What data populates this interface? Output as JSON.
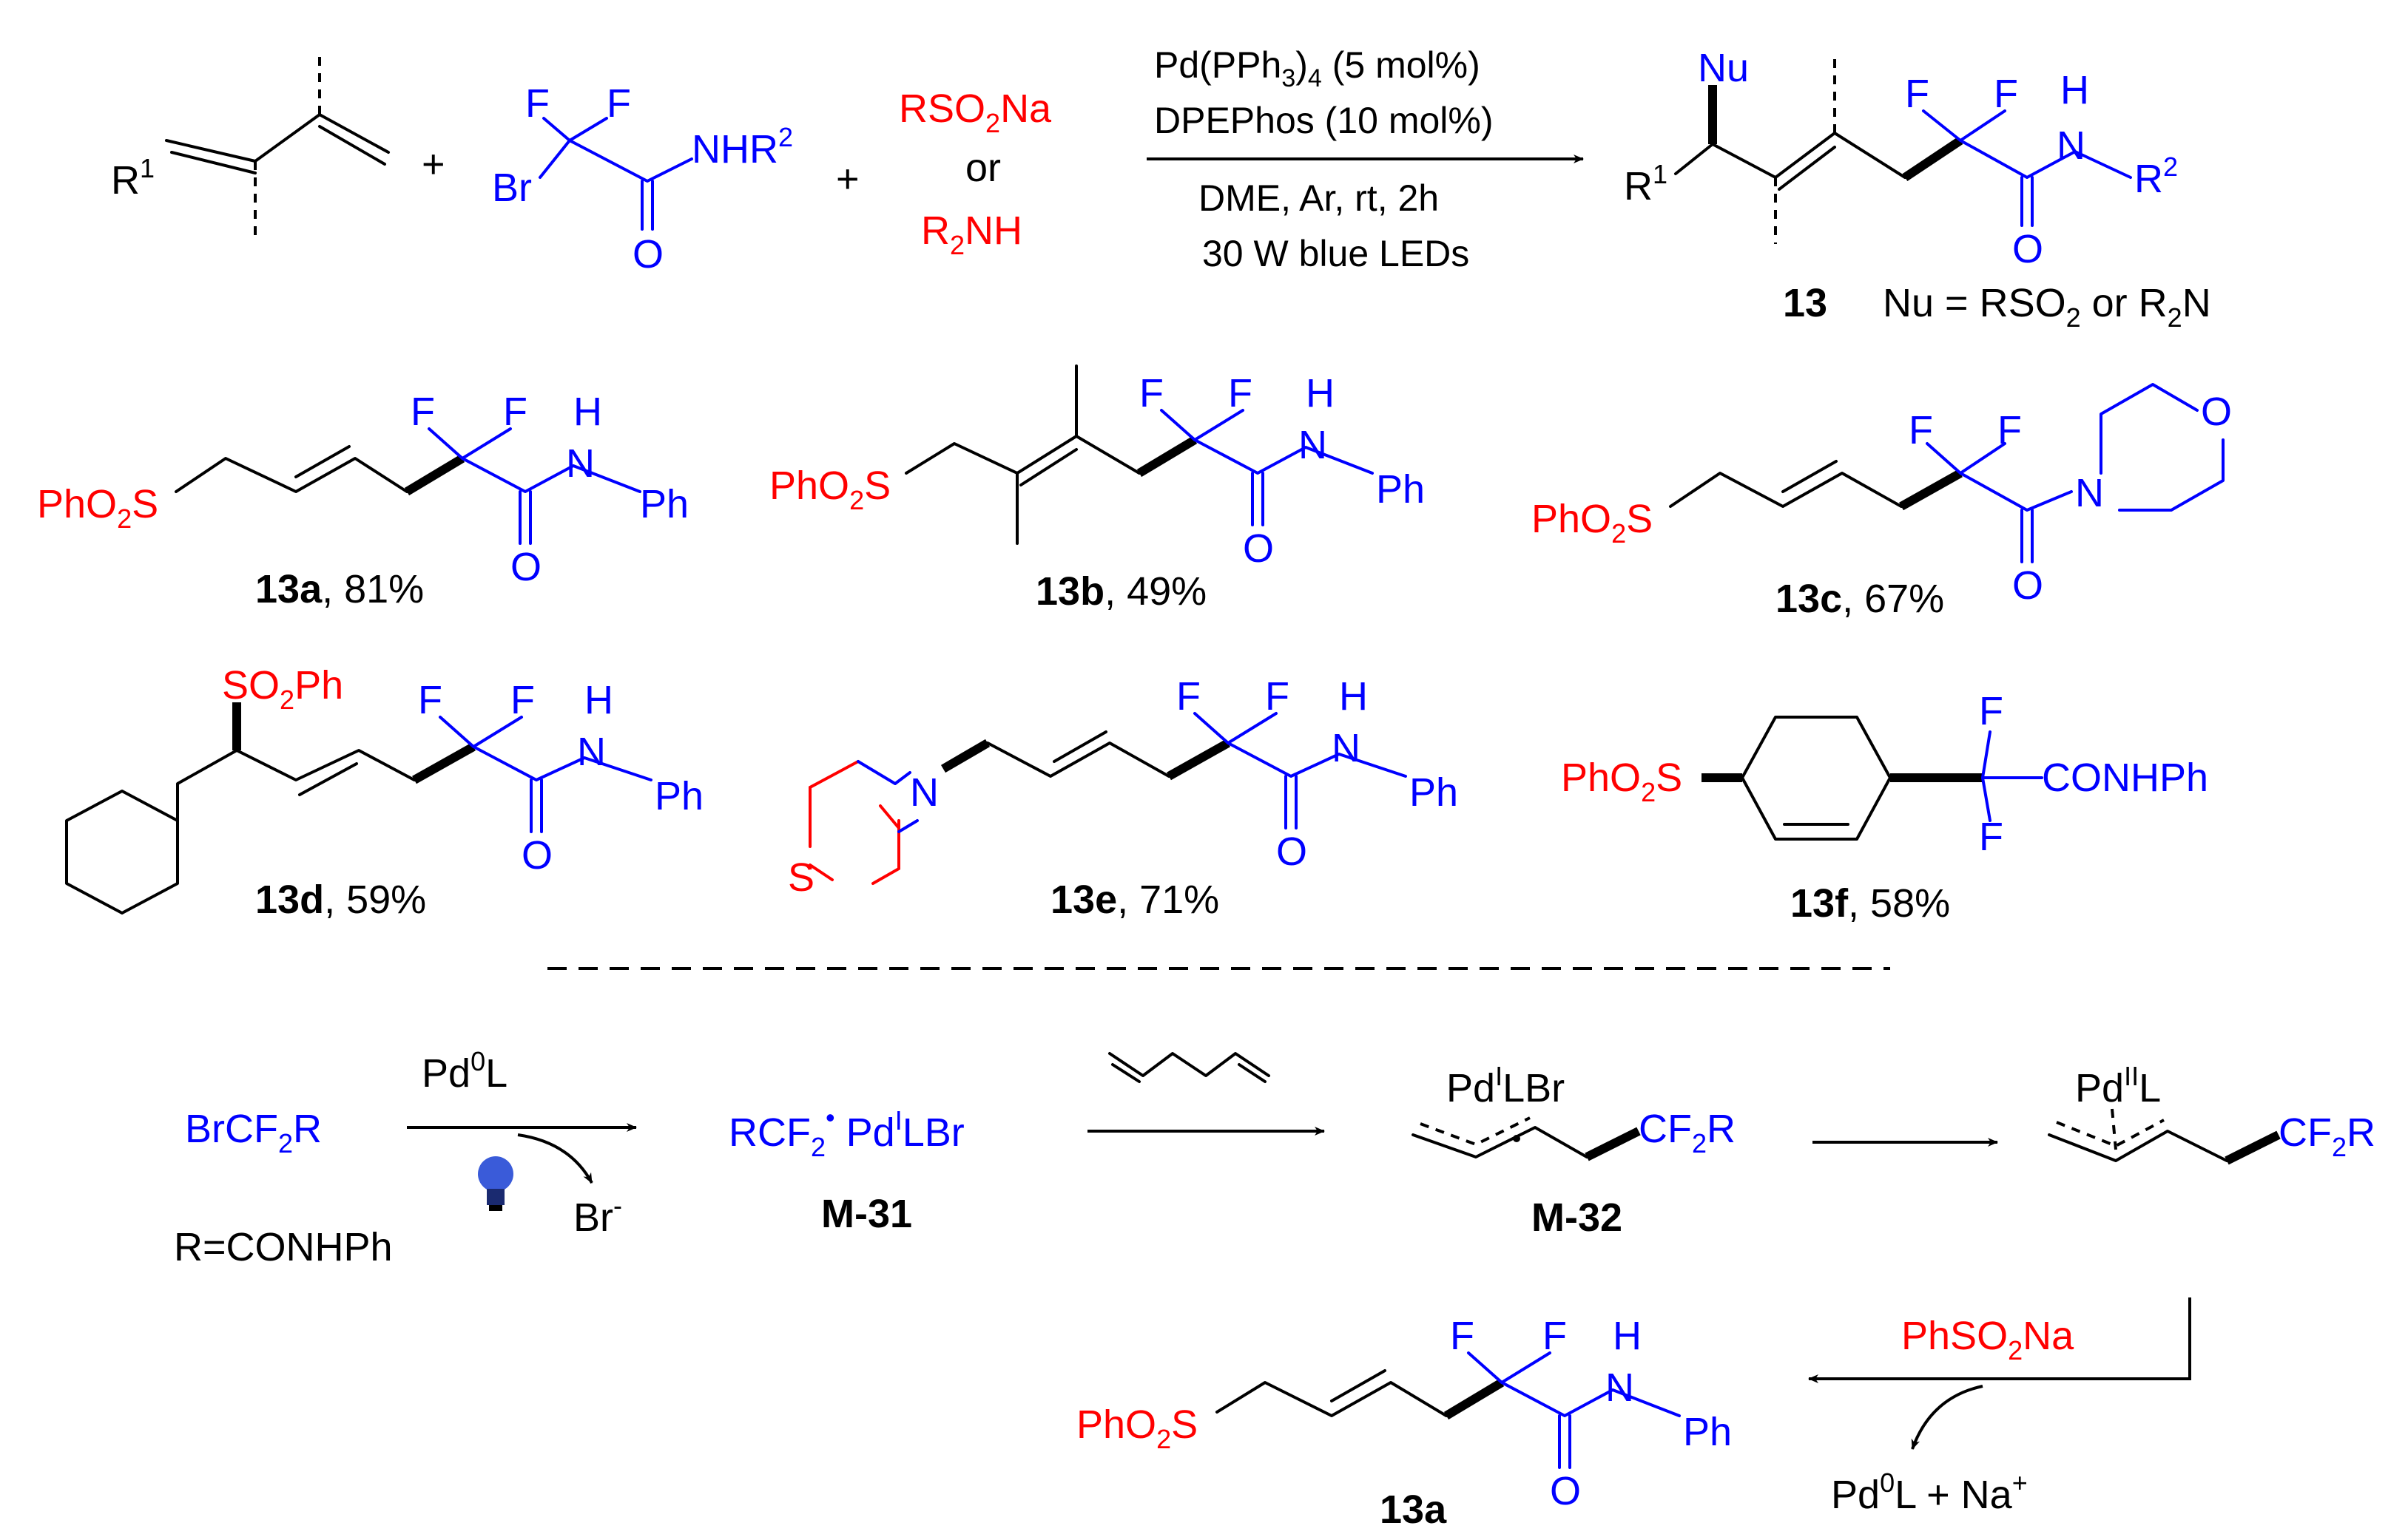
{
  "colors": {
    "reagent_blue": "#0000ff",
    "nucleophile_red": "#ff0000",
    "bond_black": "#000000"
  },
  "general_scheme": {
    "r1": "R",
    "r1_sup": "1",
    "nhr": "NHR",
    "nhr_sup": "2",
    "f": "F",
    "br": "Br",
    "o": "O",
    "plus": "+",
    "rso2na_a": "RSO",
    "rso2na_sub": "2",
    "rso2na_b": "Na",
    "or": "or",
    "r2nh_a": "R",
    "r2nh_sub": "2",
    "r2nh_b": "NH",
    "cond1_a": "Pd(PPh",
    "cond1_sub": "3",
    "cond1_b": ")",
    "cond1_sub2": "4",
    "cond1_c": " (5 mol%)",
    "cond2": "DPEPhos (10 mol%)",
    "cond3": "DME, Ar,  rt, 2h",
    "cond4": "30 W blue LEDs",
    "nu": "Nu",
    "n": "N",
    "h": "H",
    "r2": "R",
    "r2_sup": "2",
    "product_id": "13",
    "nu_def_a": "Nu = RSO",
    "nu_def_sub": "2",
    "nu_def_b": " or R",
    "nu_def_sub2": "2",
    "nu_def_c": "N"
  },
  "examples": {
    "phso2_a": "PhO",
    "phso2_sub": "2",
    "phso2_b": "S",
    "so2ph_a": "SO",
    "so2ph_sub": "2",
    "so2ph_b": "Ph",
    "ph": "Ph",
    "n": "N",
    "h": "H",
    "o": "O",
    "f": "F",
    "s": "S",
    "conhph": "CONHPh",
    "items": [
      {
        "id": "13a",
        "yield": ", 81%"
      },
      {
        "id": "13b",
        "yield": ", 49%"
      },
      {
        "id": "13c",
        "yield": ", 67%"
      },
      {
        "id": "13d",
        "yield": ", 59%"
      },
      {
        "id": "13e",
        "yield": ", 71%"
      },
      {
        "id": "13f",
        "yield": ", 58%"
      }
    ]
  },
  "mechanism": {
    "brcf2r_a": "BrCF",
    "brcf2r_sub": "2",
    "brcf2r_b": "R",
    "rdef": "R=CONHPh",
    "pd0l_a": "Pd",
    "pd0l_sup": "0",
    "pd0l_b": "L",
    "brminus_a": "Br",
    "brminus_sup": "-",
    "m31_a": "RCF",
    "m31_sub": "2",
    "m31_dot": "•",
    "m31_b": " Pd",
    "m31_sup": "I",
    "m31_c": "LBr",
    "m31_label": "M-31",
    "pd1_a": "Pd",
    "pd1_sup": "I",
    "pd1_b": "LBr",
    "cf2r_a": "CF",
    "cf2r_sub": "2",
    "cf2r_b": "R",
    "m32_label": "M-32",
    "pd2_a": "Pd",
    "pd2_sup": "II",
    "pd2_b": "L",
    "phso2na_a": "PhSO",
    "phso2na_sub": "2",
    "phso2na_b": "Na",
    "regen_a": "Pd",
    "regen_sup": "0",
    "regen_b": "L  + Na",
    "regen_sup2": "+",
    "final_label": "13a"
  }
}
